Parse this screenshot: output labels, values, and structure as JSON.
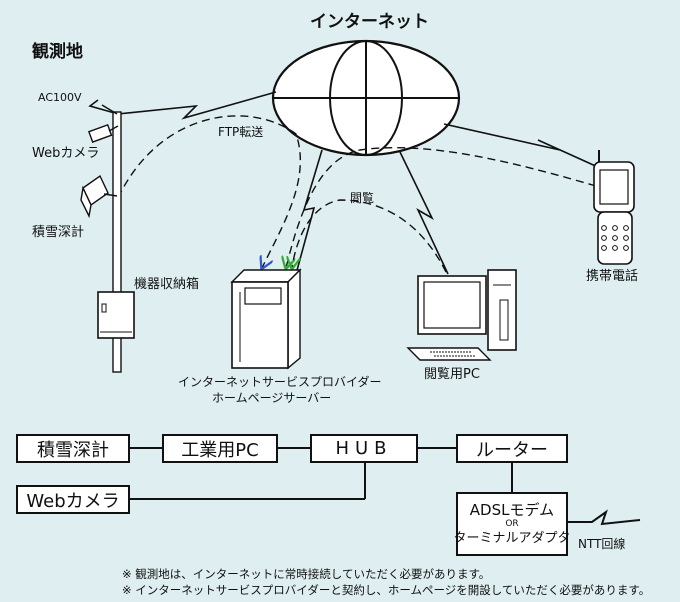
{
  "diagram": {
    "site_title": "観測地",
    "internet_label": "インターネット",
    "ac100v_label": "AC100V",
    "webcam_label": "Webカメラ",
    "snow_gauge_label": "積雪深計",
    "storage_box_label": "機器収納箱",
    "ftp_label": "FTP転送",
    "browse_label": "閲覧",
    "server_label_line1": "インターネットサービスプロバイダー",
    "server_label_line2": "ホームページサーバー",
    "browsing_pc_label": "閲覧用PC",
    "mobile_label": "携帯電話"
  },
  "network": {
    "snow_gauge": "積雪深計",
    "industrial_pc": "工業用PC",
    "hub": "HUB",
    "router": "ルーター",
    "webcam": "Webカメラ",
    "adsl_modem": "ADSLモデム",
    "or": "OR",
    "terminal_adapter": "ターミナルアダプタ",
    "ntt_line": "NTT回線"
  },
  "notes": [
    "※ 観測地は、インターネットに常時接続していただく必要があります。",
    "※ インターネットサービスプロバイダーと契約し、ホームページを開設していただく必要があります。"
  ],
  "colors": {
    "background": "#dfeef1",
    "ftp_arrow": "#3355cc",
    "browse_arrow": "#33aa33"
  }
}
